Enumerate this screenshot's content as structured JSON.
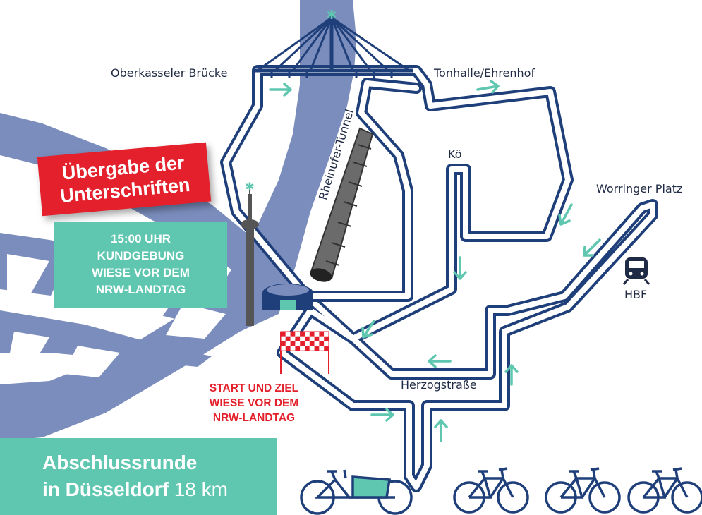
{
  "labels": {
    "oberkasseler": "Oberkasseler Brücke",
    "tonhalle": "Tonhalle/Ehrenhof",
    "koe": "Kö",
    "worringer": "Worringer Platz",
    "hbf": "HBF",
    "tunnel": "Rheinufer-Tunnel",
    "herzog": "Herzogstraße"
  },
  "banner": {
    "line1": "Übergabe der",
    "line2": "Unterschriften"
  },
  "rally": {
    "line1": "15:00 UHR",
    "line2": "KUNDGEBUNG",
    "line3": "WIESE VOR DEM",
    "line4": "NRW-LANDTAG"
  },
  "start": {
    "line1": "START UND ZIEL",
    "line2": "WIESE VOR DEM",
    "line3": "NRW-LANDTAG"
  },
  "title": {
    "line1": "Abschlussrunde",
    "line2_bold": "in Düsseldorf",
    "line2_rest": " 18 km"
  },
  "colors": {
    "river": "#7b8dbd",
    "route": "#1e3f7a",
    "accent": "#5fc7b0",
    "red": "#e3202b",
    "dark": "#1f2a44"
  },
  "icons": [
    "bridge-icon",
    "tv-tower-icon",
    "landtag-building-icon",
    "tunnel-icon",
    "checkered-flag-icon",
    "train-icon",
    "cargo-bike-icon",
    "bicycle-icon"
  ]
}
